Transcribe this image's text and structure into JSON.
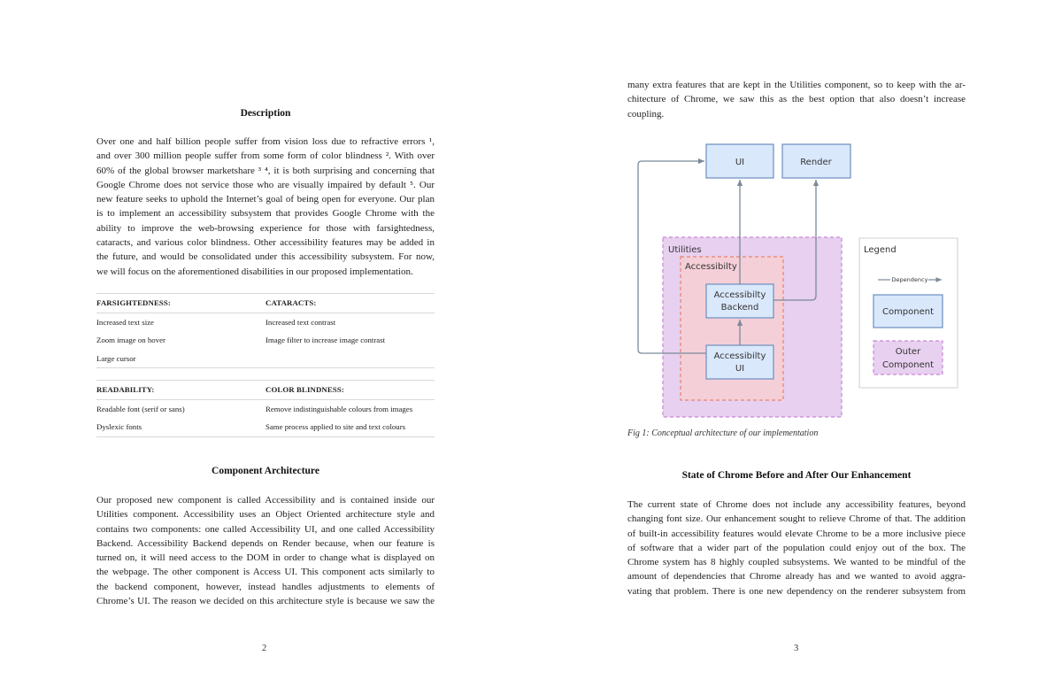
{
  "left": {
    "description_heading": "Description",
    "description_lines": [
      "Over one and half billion people suffer from vision loss due to refractive errors ¹,",
      "and over 300 million people suffer from some form of color blindness ². With over",
      "60% of the global browser marketshare ³ ⁴, it is both surprising and concerning that",
      "Google Chrome does not service those who are visually impaired by default ⁵. Our",
      "new feature seeks to uphold the Internet’s goal of being open for everyone. Our plan",
      "is to implement an accessibility subsystem that provides Google Chrome with the",
      "ability to improve the web-browsing experience for those with farsightedness,",
      "cataracts, and various color blindness. Other accessibility features may be added in",
      "the future, and would be consolidated under this accessibility subsystem. For now,",
      "we will focus on the aforementioned disabilities in our proposed implementation."
    ],
    "table1": {
      "col1_header": "FARSIGHTEDNESS:",
      "col2_header": "CATARACTS:",
      "rows": [
        [
          "Increased text size",
          "Increased text contrast"
        ],
        [
          "Zoom image on hover",
          "Image filter to increase image contrast"
        ],
        [
          "Large cursor",
          ""
        ]
      ]
    },
    "table2": {
      "col1_header": "READABILITY:",
      "col2_header": "COLOR BLINDNESS:",
      "rows": [
        [
          "Readable font (serif or sans)",
          "Remove indistinguishable colours from images"
        ],
        [
          "Dyslexic fonts",
          "Same process applied to site and text colours"
        ]
      ]
    },
    "architecture_heading": "Component Architecture",
    "architecture_lines": [
      "Our proposed new component is called Accessibility and is contained inside our",
      "Utilities component. Accessibility uses an Object Oriented architecture style and",
      "contains two components: one called Accessibility UI, and one called Accessibility",
      "Backend. Accessibility Backend depends on Render because, when our feature is",
      "turned on, it will need access to the DOM in order to change what is displayed on",
      "the webpage. The other component is Access UI. This component acts similarly to",
      "the backend component, however, instead handles adjustments to elements of",
      "Chrome’s UI. The reason we decided on this architecture style is because we saw the"
    ],
    "page_number": "2"
  },
  "right": {
    "intro_lines": [
      "many extra features that are kept in the Utilities component, so to keep with the ar-",
      "chitecture of Chrome, we saw this as the best option that also doesn’t increase",
      "coupling."
    ],
    "diagram": {
      "ui": "UI",
      "render": "Render",
      "utilities": "Utilities",
      "accessibility": "Accessibilty",
      "backend_line1": "Accessibilty",
      "backend_line2": "Backend",
      "aui_line1": "Accessibilty",
      "aui_line2": "UI",
      "legend_title": "Legend",
      "legend_dependency": "Dependency",
      "legend_component": "Component",
      "legend_outer_line1": "Outer",
      "legend_outer_line2": "Component",
      "colors": {
        "box_fill": "#dae8fc",
        "box_stroke": "#6c8ebf",
        "utilities_fill": "#e8d0f0",
        "utilities_stroke": "#c987d6",
        "accessibility_fill": "#f4cfd8",
        "accessibility_stroke": "#e8826a",
        "arrow": "#7a8a99"
      }
    },
    "figure_caption": "Fig 1: Conceptual architecture of our implementation",
    "state_heading": "State of Chrome Before and After Our Enhancement",
    "state_lines": [
      "The current state of Chrome does not include any accessibility features, beyond",
      "changing font size. Our enhancement sought to relieve Chrome of that. The addition",
      "of built-in accessibility features would elevate Chrome to be a more inclusive piece",
      "of software that a wider part of the population could enjoy out of the box. The",
      "Chrome system has 8 highly coupled subsystems. We wanted to be mindful of the",
      "amount of dependencies that Chrome already has and we wanted to avoid aggra-",
      "vating that problem. There is one new dependency on the renderer subsystem from"
    ],
    "page_number": "3"
  }
}
